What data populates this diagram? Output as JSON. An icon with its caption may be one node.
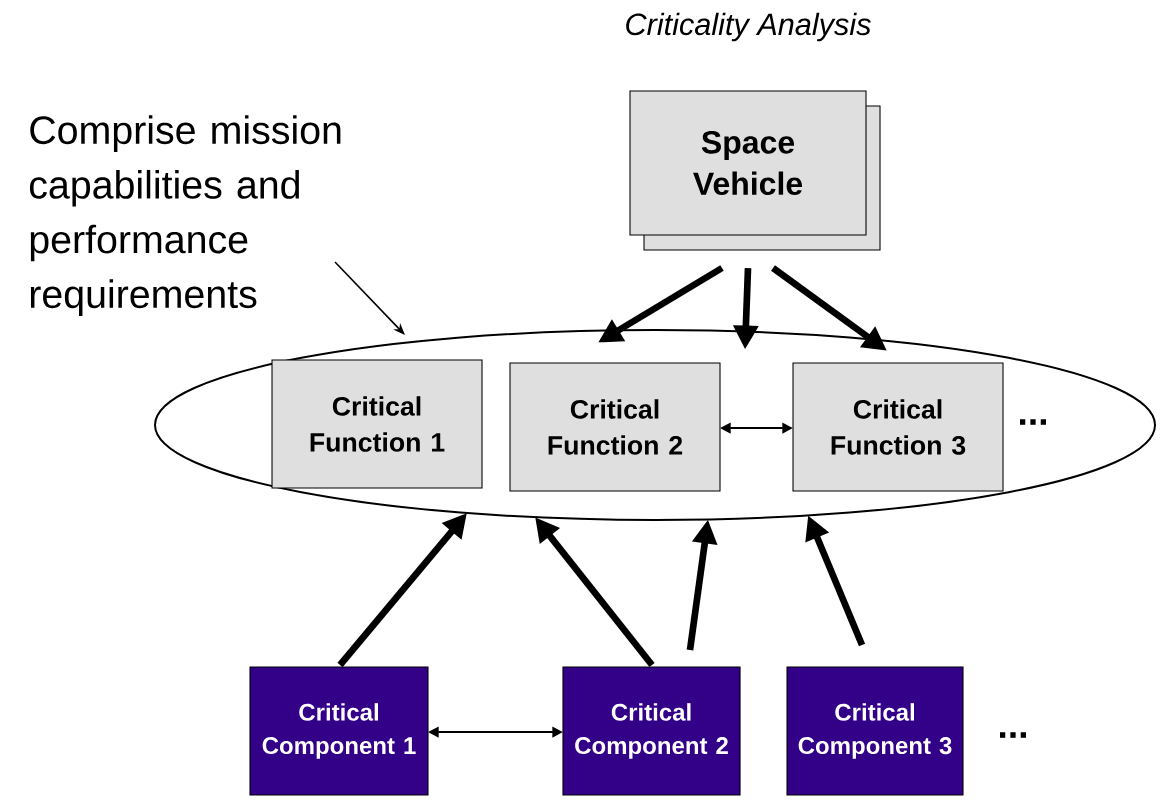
{
  "diagram": {
    "title": "Criticality Analysis",
    "nodes": [
      {
        "text": [
          "Space Vehicle"
        ]
      },
      {
        "text": [],
        "shape": "ellipse"
      },
      {
        "text": [
          "Critical Function 1"
        ],
        "in": 1
      },
      {
        "text": [
          "Critical Function 2"
        ],
        "in": 1
      },
      {
        "text": [
          "Critical Function 3"
        ],
        "in": 1,
        "beside": [
          "..."
        ]
      },
      {
        "text": [
          "Critical Component 1"
        ]
      },
      {
        "text": [
          "Critical Component 2"
        ]
      },
      {
        "text": [
          "Critical Component 3"
        ],
        "beside": [
          "..."
        ]
      },
      {
        "text": [
          "Comprise mission capabilities and performance requirements"
        ]
      }
    ],
    "edges": [
      {
        "from": 0,
        "to": 1,
        "arrow": "to"
      },
      {
        "from": 0,
        "to": 1,
        "arrow": "to"
      },
      {
        "from": 0,
        "to": 1,
        "arrow": "to"
      },
      {
        "from": 3,
        "to": 4,
        "arrow": "both"
      },
      {
        "from": 5,
        "to": 1,
        "arrow": "to"
      },
      {
        "from": 6,
        "to": 1,
        "arrow": "to"
      },
      {
        "from": 6,
        "to": 1,
        "arrow": "to"
      },
      {
        "from": 7,
        "to": 1,
        "arrow": "to"
      },
      {
        "from": 5,
        "to": 6,
        "arrow": "both"
      },
      {
        "from": 8,
        "to": 1,
        "arrow": "to"
      }
    ]
  }
}
